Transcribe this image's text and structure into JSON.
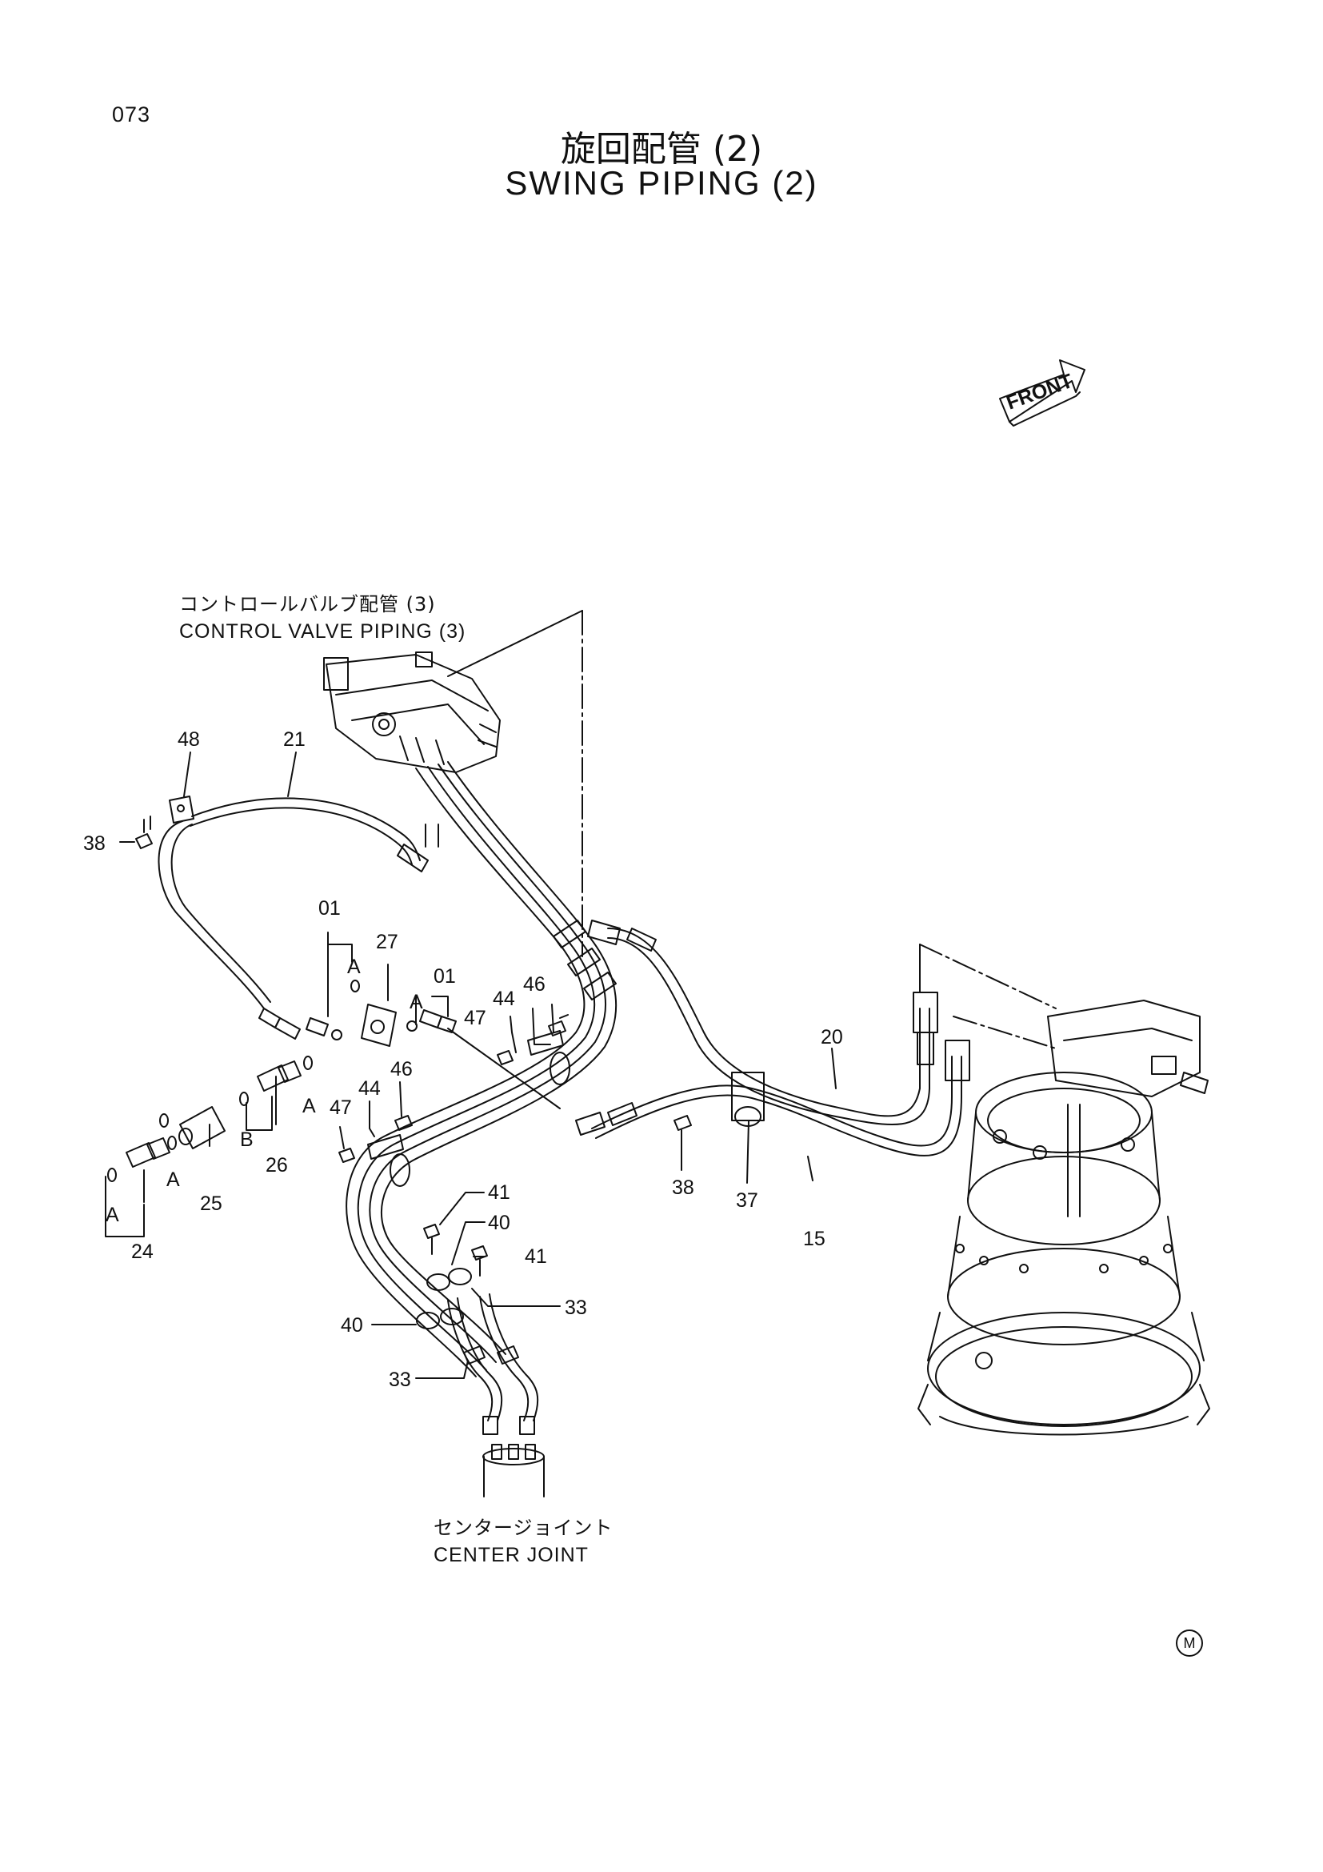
{
  "page": {
    "number": "073"
  },
  "title": {
    "jp": "旋回配管 (2)",
    "en": "SWING PIPING (2)"
  },
  "front_indicator": "FRONT",
  "references": {
    "control_valve": {
      "jp": "コントロールバルブ配管 (3)",
      "en": "CONTROL VALVE PIPING (3)"
    },
    "center_joint": {
      "jp": "センタージョイント",
      "en": "CENTER JOINT"
    }
  },
  "callouts": {
    "c48": "48",
    "c21": "21",
    "c38a": "38",
    "c01a": "01",
    "c27": "27",
    "c01b": "01",
    "c44a": "44",
    "c46a": "46",
    "c47a": "47",
    "c20": "20",
    "c47b": "47",
    "c44b": "44",
    "c46b": "46",
    "c26": "26",
    "c25": "25",
    "c24": "24",
    "c38b": "38",
    "c37": "37",
    "c15": "15",
    "c41a": "41",
    "c40a": "40",
    "c41b": "41",
    "c33a": "33",
    "c40b": "40",
    "c33b": "33"
  },
  "letters": {
    "A1": "A",
    "A2": "A",
    "A3": "A",
    "A4": "A",
    "A5": "A",
    "B1": "B"
  },
  "corner_mark": "M"
}
